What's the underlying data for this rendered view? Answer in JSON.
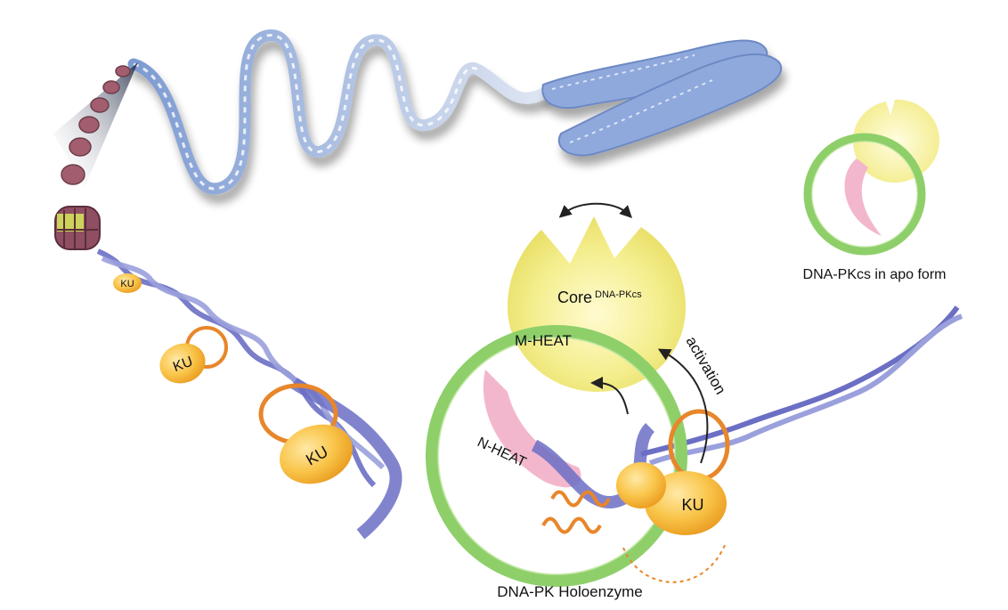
{
  "labels": {
    "core": "Core",
    "core_superscript": "DNA-PKcs",
    "m_heat": "M-HEAT",
    "n_heat": "N-HEAT",
    "activation": "activation",
    "apo_form": "DNA-PKcs in apo form",
    "holoenzyme": "DNA-PK Holoenzyme",
    "ku_labels": [
      "KU",
      "KU",
      "KU",
      "KU"
    ]
  },
  "colors": {
    "dna": "#6b6fc4",
    "dna_light": "#9aa0dc",
    "chromatin": "#7d9bd2",
    "ku": "#f7b733",
    "ku_light": "#ffd97a",
    "ku_ring": "#e8862a",
    "core_yellow": "#f4ee8e",
    "heat_green": "#8ecf6a",
    "n_heat_pink": "#f2b6cc",
    "nucleosome": "#9c5a6a"
  },
  "icons": [
    "curved-double-arrow-icon",
    "activation-arrow-icon",
    "rotation-arrow-icon"
  ]
}
